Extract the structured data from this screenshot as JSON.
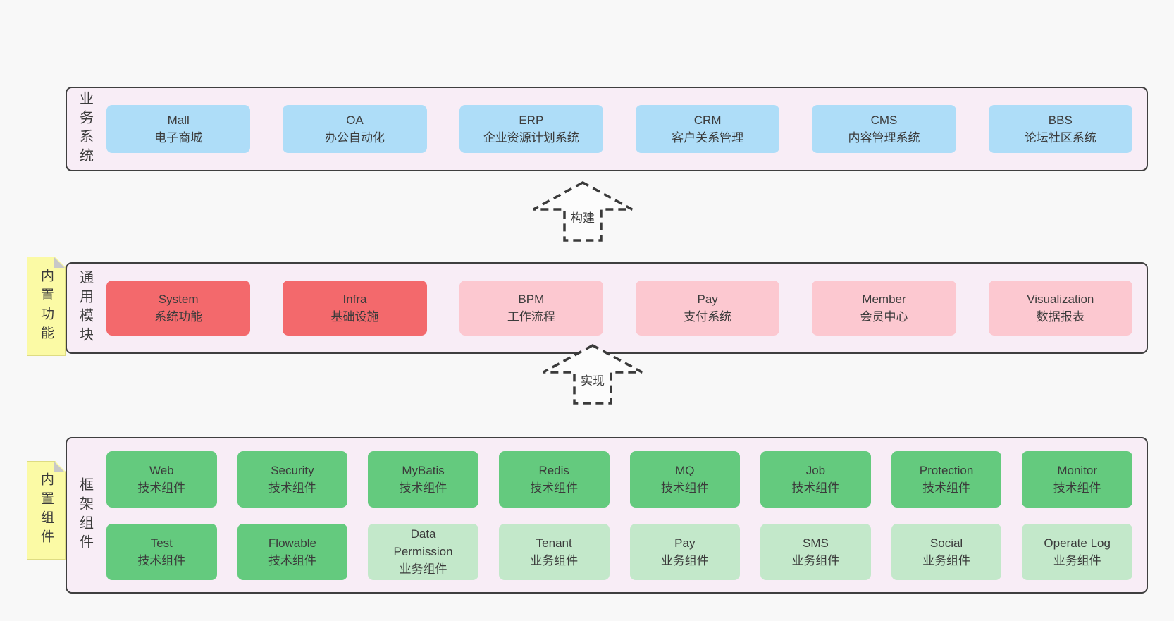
{
  "palette": {
    "blue": "#aeddf8",
    "red": "#f3696c",
    "pink": "#fcc8d0",
    "green": "#64ca7e",
    "green_light": "#c3e8ca",
    "sticky_yellow": "#fbfaa5",
    "band_bg": "#f8edf6",
    "border": "#3f3f3f",
    "text": "#3b3b3b",
    "page_bg": "#f8f8f8"
  },
  "bands": [
    {
      "label": "业务系统",
      "items": [
        {
          "title": "Mall",
          "subtitle": "电子商城",
          "variant": "blue"
        },
        {
          "title": "OA",
          "subtitle": "办公自动化",
          "variant": "blue"
        },
        {
          "title": "ERP",
          "subtitle": "企业资源计划系统",
          "variant": "blue"
        },
        {
          "title": "CRM",
          "subtitle": "客户关系管理",
          "variant": "blue"
        },
        {
          "title": "CMS",
          "subtitle": "内容管理系统",
          "variant": "blue"
        },
        {
          "title": "BBS",
          "subtitle": "论坛社区系统",
          "variant": "blue"
        }
      ]
    },
    {
      "label": "通用模块",
      "sticky": "内置功能",
      "items": [
        {
          "title": "System",
          "subtitle": "系统功能",
          "variant": "red"
        },
        {
          "title": "Infra",
          "subtitle": "基础设施",
          "variant": "red"
        },
        {
          "title": "BPM",
          "subtitle": "工作流程",
          "variant": "pink"
        },
        {
          "title": "Pay",
          "subtitle": "支付系统",
          "variant": "pink"
        },
        {
          "title": "Member",
          "subtitle": "会员中心",
          "variant": "pink"
        },
        {
          "title": "Visualization",
          "subtitle": "数据报表",
          "variant": "pink"
        }
      ]
    },
    {
      "label": "框架组件",
      "sticky": "内置组件",
      "rows": [
        [
          {
            "title": "Web",
            "subtitle": "技术组件",
            "variant": "green"
          },
          {
            "title": "Security",
            "subtitle": "技术组件",
            "variant": "green"
          },
          {
            "title": "MyBatis",
            "subtitle": "技术组件",
            "variant": "green"
          },
          {
            "title": "Redis",
            "subtitle": "技术组件",
            "variant": "green"
          },
          {
            "title": "MQ",
            "subtitle": "技术组件",
            "variant": "green"
          },
          {
            "title": "Job",
            "subtitle": "技术组件",
            "variant": "green"
          },
          {
            "title": "Protection",
            "subtitle": "技术组件",
            "variant": "green"
          },
          {
            "title": "Monitor",
            "subtitle": "技术组件",
            "variant": "green"
          }
        ],
        [
          {
            "title": "Test",
            "subtitle": "技术组件",
            "variant": "green"
          },
          {
            "title": "Flowable",
            "subtitle": "技术组件",
            "variant": "green"
          },
          {
            "title": "Data Permission",
            "subtitle": "业务组件",
            "variant": "green_light"
          },
          {
            "title": "Tenant",
            "subtitle": "业务组件",
            "variant": "green_light"
          },
          {
            "title": "Pay",
            "subtitle": "业务组件",
            "variant": "green_light"
          },
          {
            "title": "SMS",
            "subtitle": "业务组件",
            "variant": "green_light"
          },
          {
            "title": "Social",
            "subtitle": "业务组件",
            "variant": "green_light"
          },
          {
            "title": "Operate Log",
            "subtitle": "业务组件",
            "variant": "green_light"
          }
        ]
      ]
    }
  ],
  "arrows": [
    {
      "label": "构建"
    },
    {
      "label": "实现"
    }
  ]
}
